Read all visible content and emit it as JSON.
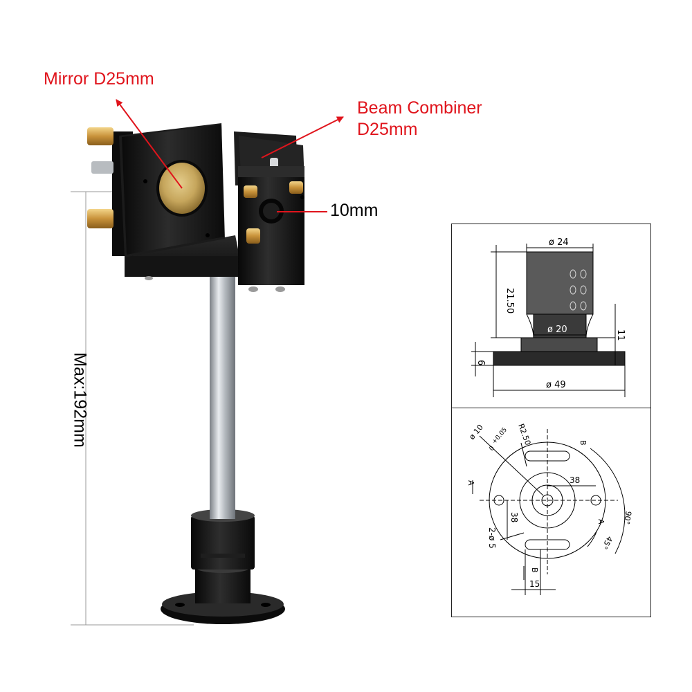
{
  "callouts": {
    "mirror_line1": "Mirror D25mm",
    "combiner_line1": "Beam Combiner",
    "combiner_line2": "D25mm",
    "lens": "10mm"
  },
  "height_dimension": "Max:192mm",
  "side_view": {
    "top_diameter": "ø 24",
    "height": "21.50",
    "neck_diameter": "ø 20",
    "neck_height": "11",
    "flange_thickness": "6",
    "flange_diameter": "ø 49"
  },
  "top_view": {
    "hole_diameter": "ø 10",
    "hole_tolerance_plus": "+0.05",
    "hole_tolerance_zero": "0",
    "radius": "R2.50",
    "bolt_spacing_h": "38",
    "bolt_spacing_v": "38",
    "slot_holes": "2-ø 5",
    "slot_width": "15",
    "angle_outer": "90°",
    "angle_inner": "45°",
    "section_a_left": "A",
    "section_a_right": "A",
    "section_b_top": "B",
    "section_b_bottom": "B"
  },
  "colors": {
    "callout": "#e0141c",
    "anodized_black": "#151515",
    "brass": "#c79a3c",
    "mirror_gold": "#c9ac64",
    "post_silver": "#c8ccd0"
  }
}
